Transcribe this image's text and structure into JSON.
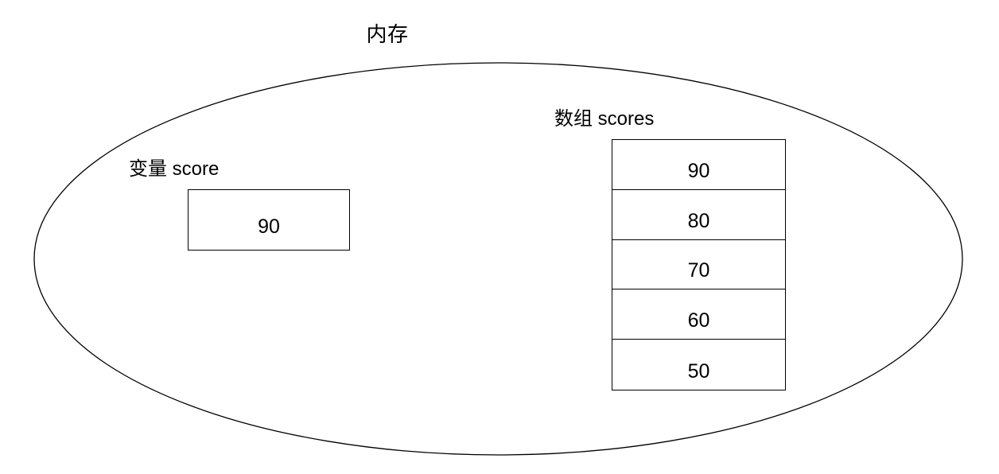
{
  "diagram": {
    "title": "内存",
    "container_shape": "ellipse",
    "stroke_color": "#000000",
    "background_color": "#ffffff",
    "variable": {
      "label": "变量 score",
      "value": "90"
    },
    "array": {
      "label": "数组 scores",
      "cells": [
        {
          "value": "90"
        },
        {
          "value": "80"
        },
        {
          "value": "70"
        },
        {
          "value": "60"
        },
        {
          "value": "50"
        }
      ]
    }
  }
}
